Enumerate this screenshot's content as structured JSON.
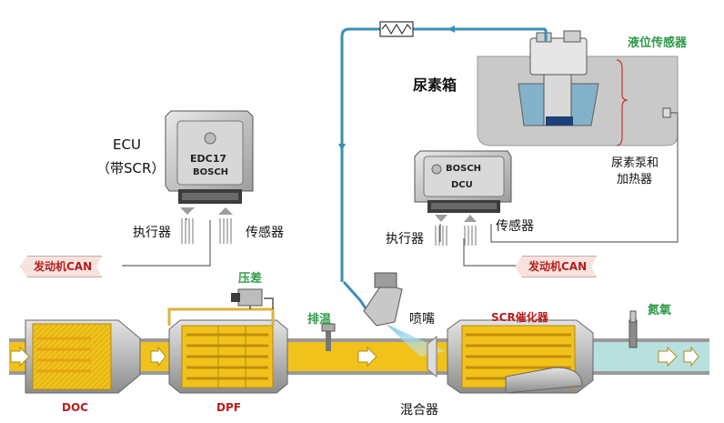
{
  "labels": {
    "ecu": "ECU",
    "ecu_scr": "（带SCR）",
    "edc17": "EDC17",
    "bosch1": "BOSCH",
    "actuator_left": "执行器",
    "sensor_left": "传感器",
    "engine_can_left": "发动机CAN",
    "urea_tank": "尿素箱",
    "level_sensor": "液位传感器",
    "pump_heater_1": "尿素泵和",
    "pump_heater_2": "加热器",
    "bosch2": "BOSCH",
    "dcu": "DCU",
    "actuator_right": "执行器",
    "sensor_right": "传感器",
    "engine_can_right": "发动机CAN",
    "pressure_diff": "压差",
    "exhaust_temp": "排温",
    "nozzle": "喷嘴",
    "scr_catalyst": "SCR催化器",
    "nox": "氮氧",
    "doc": "DOC",
    "dpf": "DPF",
    "mixer": "混合器"
  },
  "colors": {
    "exhaust_yellow": "#f2c21c",
    "urea_line": "#3a8fb7",
    "label_red": "#b81c1c",
    "label_green": "#2e9a48"
  }
}
